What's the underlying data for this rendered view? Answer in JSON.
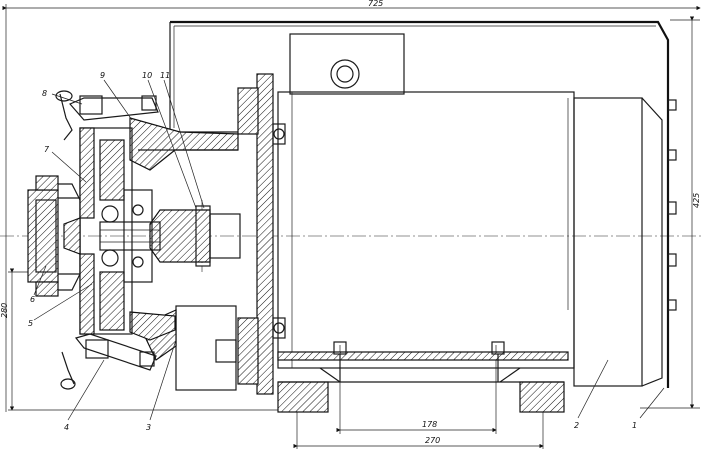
{
  "dimensions": {
    "overall_length": "725",
    "height": "425",
    "left_height": "280",
    "bolt_spacing": "178",
    "base_width": "270"
  },
  "callouts": [
    "1",
    "2",
    "3",
    "4",
    "5",
    "6",
    "7",
    "8",
    "9",
    "10",
    "11"
  ]
}
